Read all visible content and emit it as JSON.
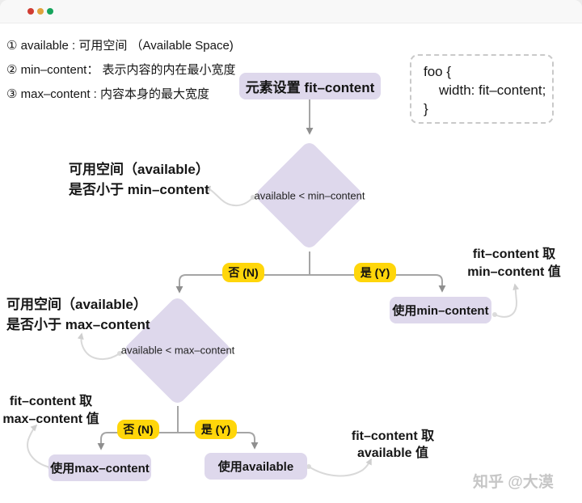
{
  "colors": {
    "node_purple": "#ded8ec",
    "tag_yellow": "#ffd60a",
    "line_gray": "#a5a5a5",
    "arrow_gray": "#8f8f8f",
    "curve_gray": "#d9d9d9",
    "watermark_gray": "#c6c6c6",
    "dot_red": "#d03c32",
    "dot_yellow": "#e0a33c",
    "dot_green": "#16a45c"
  },
  "notes": {
    "line1": "① available : 可用空间 （Available Space)",
    "line2": "② min–content： 表示内容的内在最小宽度",
    "line3": "③ max–content : 内容本身的最大宽度"
  },
  "code": {
    "line1": "foo {",
    "line2": "width: fit–content;",
    "line3": "}"
  },
  "flow": {
    "start": "元素设置 fit–content",
    "decision1": "available < min–content",
    "decision2": "available < max–content",
    "no": "否 (N)",
    "yes": "是 (Y)",
    "use_min": "使用min–content",
    "use_max": "使用max–content",
    "use_available": "使用available"
  },
  "annotations": {
    "q1": {
      "line1": "可用空间（available）",
      "line2": "是否小于 min–content"
    },
    "q2": {
      "line1": "可用空间（available）",
      "line2": "是否小于 max–content"
    },
    "result_min": {
      "line1": "fit–content 取",
      "line2": "min–content 值"
    },
    "result_max": {
      "line1": "fit–content 取",
      "line2": "max–content 值"
    },
    "result_available": {
      "line1": "fit–content 取",
      "line2": "available 值"
    }
  },
  "watermark": "知乎 @大漠"
}
